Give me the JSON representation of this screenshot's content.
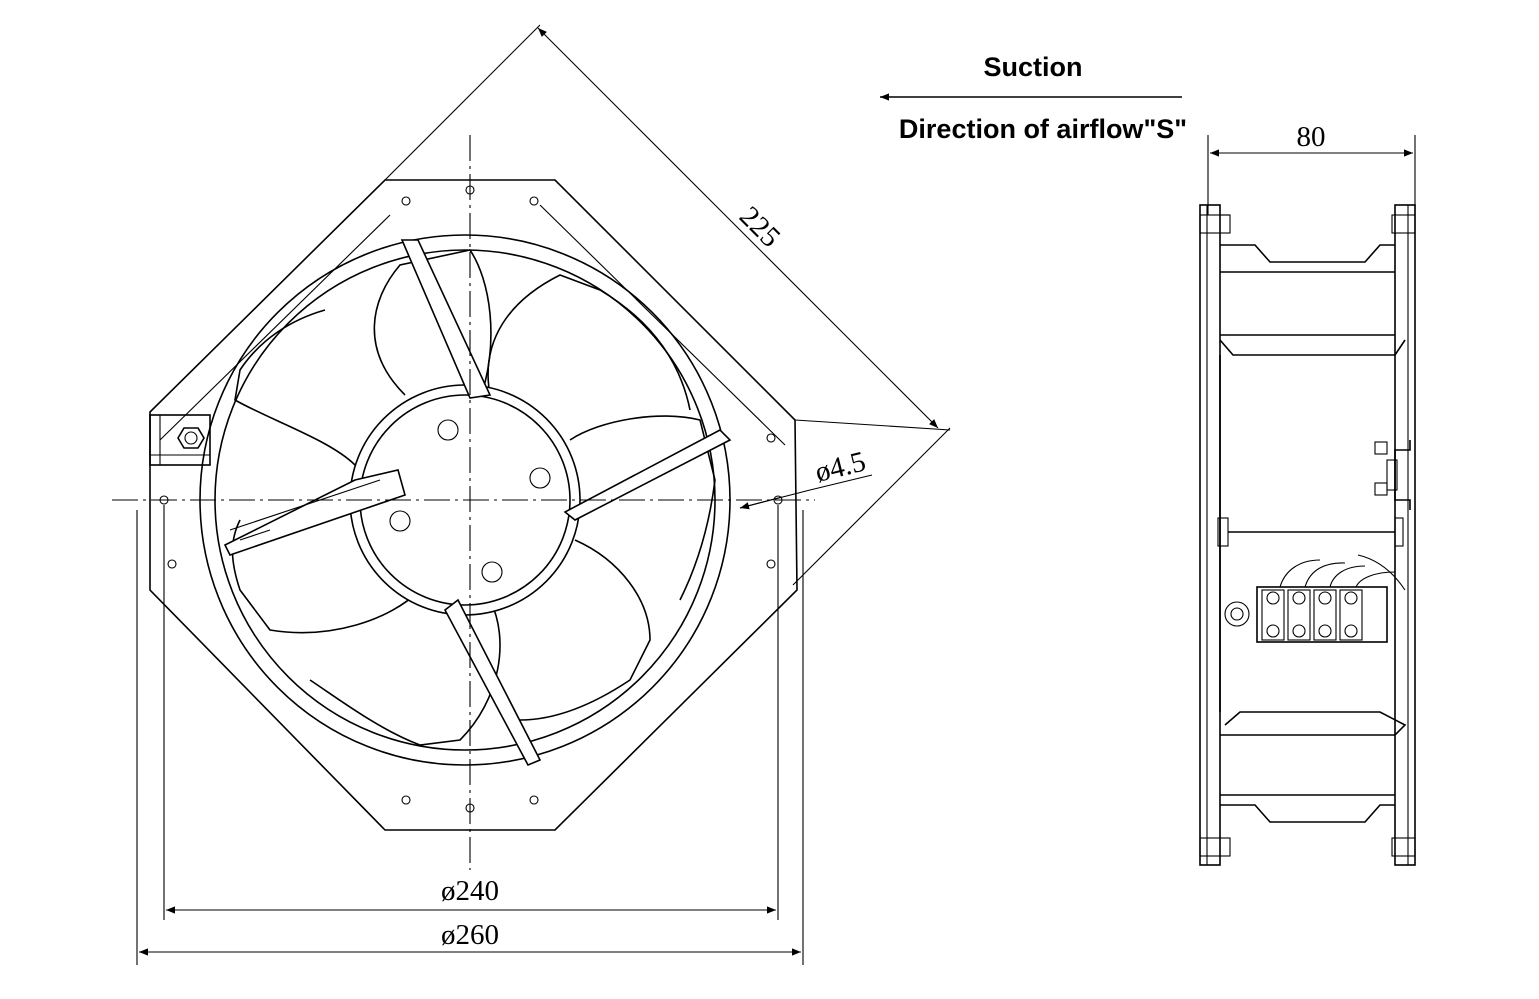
{
  "airflow": {
    "suction_label": "Suction",
    "direction_label": "Direction of airflow\"S\""
  },
  "dimensions": {
    "diagonal": "225",
    "hole_diameter": "ø4.5",
    "bolt_circle": "ø240",
    "outer_diameter": "ø260",
    "depth": "80"
  },
  "colors": {
    "line": "#000000",
    "background": "#ffffff"
  }
}
